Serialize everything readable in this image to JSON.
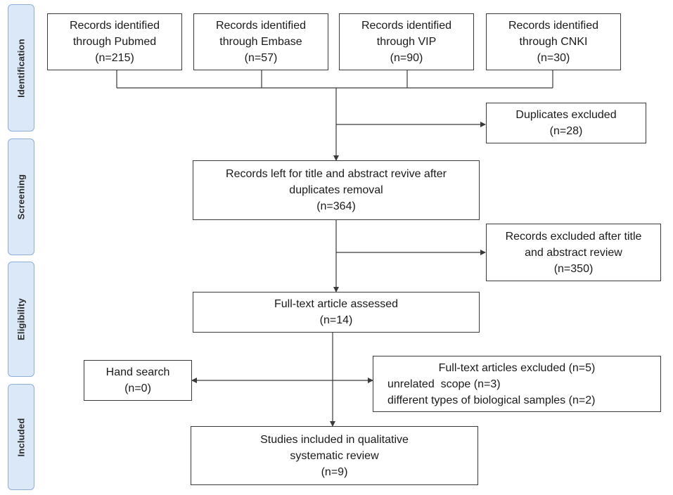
{
  "phases": {
    "identification": "Identification",
    "screening": "Screening",
    "eligibility": "Eligibility",
    "included": "Included"
  },
  "boxes": {
    "pubmed": {
      "line1": "Records identified",
      "line2": "through Pubmed",
      "count": "(n=215)"
    },
    "embase": {
      "line1": "Records identified",
      "line2": "through Embase",
      "count": "(n=57)"
    },
    "vip": {
      "line1": "Records identified",
      "line2": "through VIP",
      "count": "(n=90)"
    },
    "cnki": {
      "line1": "Records identified",
      "line2": "through CNKI",
      "count": "(n=30)"
    },
    "duplicates": {
      "line1": "Duplicates excluded",
      "count": "(n=28)"
    },
    "screened": {
      "line1": "Records left for title and abstract revive after",
      "line2": "duplicates removal",
      "count": "(n=364)"
    },
    "excluded_title": {
      "line1": "Records excluded after title",
      "line2": "and abstract review",
      "count": "(n=350)"
    },
    "fulltext": {
      "line1": "Full-text article assessed",
      "count": "(n=14)"
    },
    "hand_search": {
      "line1": "Hand search",
      "count": "(n=0)"
    },
    "fulltext_excluded": {
      "line1": "Full-text articles excluded (n=5)",
      "line2": "unrelated  scope (n=3)",
      "line3": "different types of biological samples (n=2)"
    },
    "included": {
      "line1": "Studies included in qualitative",
      "line2": "systematic review",
      "count": "(n=9)"
    }
  }
}
